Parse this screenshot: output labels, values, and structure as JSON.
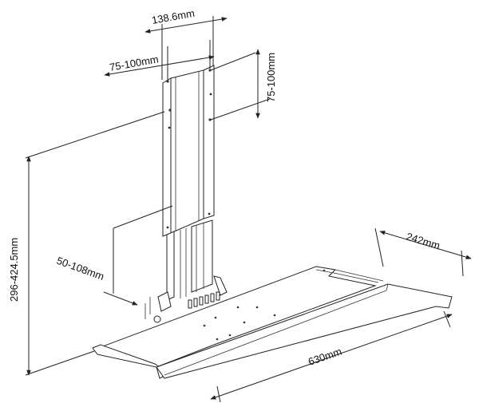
{
  "dimensions": {
    "top_width": "138.6mm",
    "vesa_horizontal": "75-100mm",
    "vesa_vertical": "75-100mm",
    "height_range": "296-424.5mm",
    "adjust_range": "50-108mm",
    "tray_depth": "242mm",
    "tray_width": "630mm"
  }
}
